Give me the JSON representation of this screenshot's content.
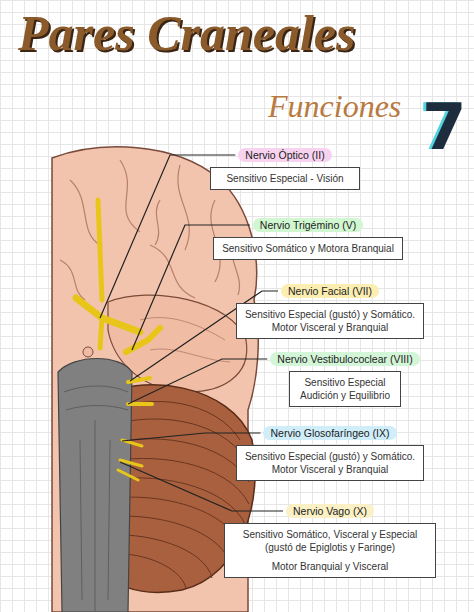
{
  "diagram": {
    "title": "Pares Craneales",
    "nodes": [
      {
        "text": [
          "Nervio Óptico (II)",
          "Sensitivo Especial - Visión"
        ]
      },
      {
        "text": [
          "Nervio Trigémino (V)",
          "Sensitivo Somático y Motora Branquial"
        ]
      },
      {
        "text": [
          "Nervio Facial (VII)",
          "Sensitivo Especial (gustó) y Somático. Motor Visceral y Branquial"
        ]
      },
      {
        "text": [
          "Nervio Vestibulococlear (VIII)",
          "Sensitivo Especial Audición y Equilibrio"
        ]
      },
      {
        "text": [
          "Nervio Glosofaríngeo (IX)",
          "Sensitivo Especial (gustó) y Somático. Motor Visceral y Branquial"
        ]
      },
      {
        "text": [
          "Nervio Vago (X)",
          "Sensitivo Somático, Visceral y Especial (gustó de Epiglotis y Faringe)",
          "Motor Branquial y Visceral"
        ]
      }
    ],
    "labels": [
      "Funciones",
      "7"
    ]
  }
}
